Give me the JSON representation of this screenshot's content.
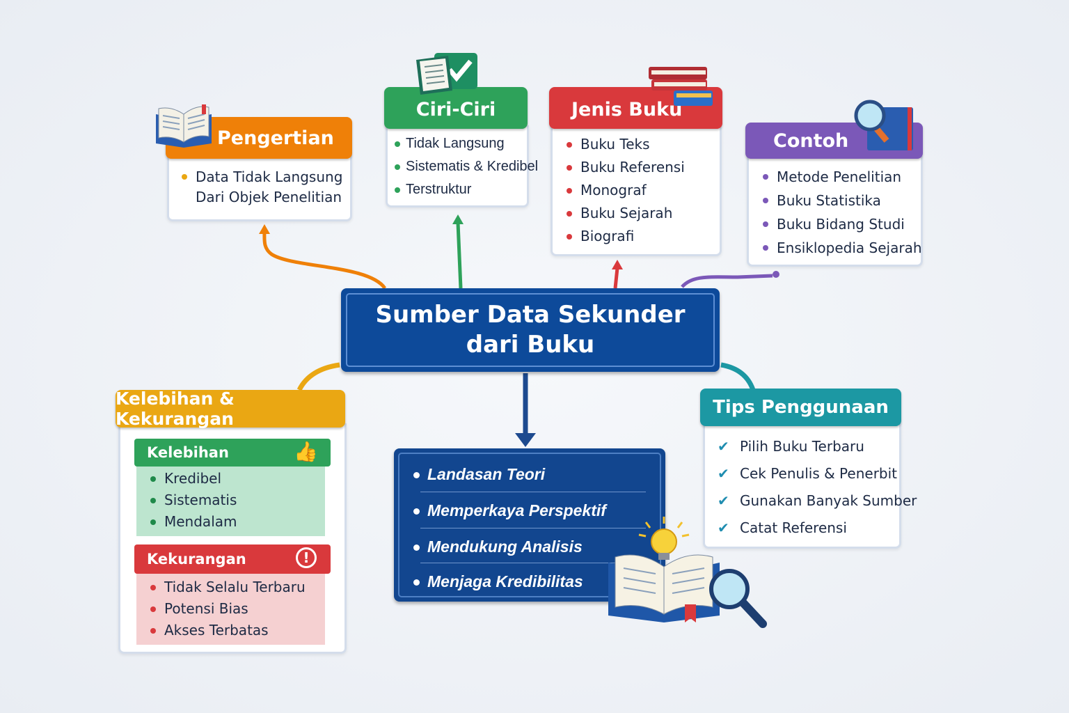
{
  "center": {
    "line1": "Sumber Data Sekunder",
    "line2": "dari Buku"
  },
  "pengertian": {
    "title": "Pengertian",
    "color": "#ef8008",
    "items": [
      "Data Tidak Langsung",
      "Dari Objek Penelitian"
    ]
  },
  "ciri": {
    "title": "Ciri-Ciri",
    "color": "#2ea25a",
    "items": [
      "Tidak Langsung",
      "Sistematis & Kredibel",
      "Terstruktur"
    ]
  },
  "jenis": {
    "title": "Jenis Buku",
    "color": "#d9393c",
    "items": [
      "Buku Teks",
      "Buku Referensi",
      "Monograf",
      "Buku Sejarah",
      "Biografi"
    ]
  },
  "contoh": {
    "title": "Contoh",
    "color": "#7b58b8",
    "items": [
      "Metode Penelitian",
      "Buku Statistika",
      "Buku Bidang Studi",
      "Ensiklopedia Sejarah"
    ]
  },
  "kelebihan_kekurangan": {
    "title": "Kelebihan & Kekurangan",
    "color": "#eaa713",
    "kelebihan": {
      "title": "Kelebihan",
      "color": "#2ea25a",
      "items": [
        "Kredibel",
        "Sistematis",
        "Mendalam"
      ]
    },
    "kekurangan": {
      "title": "Kekurangan",
      "color": "#d9393c",
      "items": [
        "Tidak Selalu Terbaru",
        "Potensi Bias",
        "Akses Terbatas"
      ]
    }
  },
  "tips": {
    "title": "Tips Penggunaan",
    "color": "#1c98a3",
    "items": [
      "Pilih Buku Terbaru",
      "Cek Penulis & Penerbit",
      "Gunakan Banyak Sumber",
      "Catat Referensi"
    ]
  },
  "manfaat": {
    "items": [
      "Landasan Teori",
      "Memperkaya Perspektif",
      "Mendukung Analisis",
      "Menjaga Kredibilitas"
    ]
  }
}
